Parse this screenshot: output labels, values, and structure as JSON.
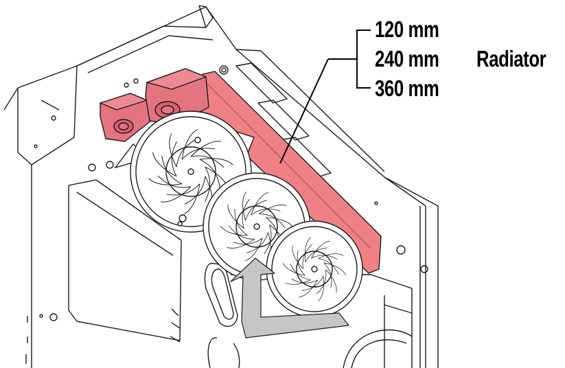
{
  "callout": {
    "sizes": [
      "120 mm",
      "240 mm",
      "360 mm"
    ],
    "component_label": "Radiator"
  },
  "colors": {
    "radiator_highlight": "#ee8086",
    "pump_block": "#e47480",
    "airflow_arrow": "#c6c6c6",
    "line_art": "#1a1a1a",
    "background": "#ffffff"
  },
  "icons": {
    "fan": "fan-icon",
    "airflow": "airflow-arrow-icon",
    "pump": "pump-block-icon"
  }
}
